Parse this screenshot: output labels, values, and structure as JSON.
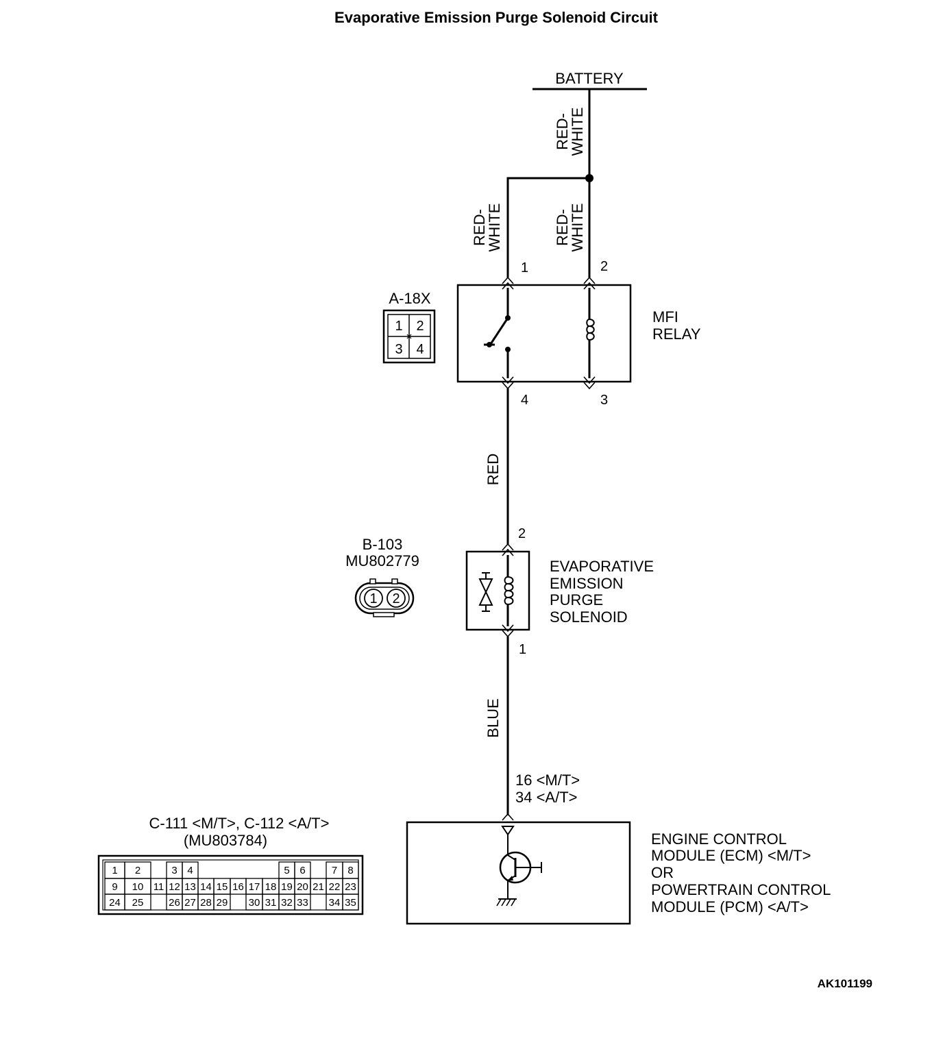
{
  "title": "Evaporative Emission Purge Solenoid Circuit",
  "battery": {
    "label": "BATTERY"
  },
  "wires": {
    "battery_feed": [
      "RED-",
      "WHITE"
    ],
    "relay_pin1": [
      "RED-",
      "WHITE"
    ],
    "relay_pin2": [
      "RED-",
      "WHITE"
    ],
    "relay_to_solenoid": "RED",
    "solenoid_to_ecm": "BLUE"
  },
  "relay": {
    "name_lines": [
      "MFI",
      "RELAY"
    ],
    "pins": {
      "top_left": "1",
      "top_right": "2",
      "bottom_left": "4",
      "bottom_right": "3"
    },
    "connector": {
      "id": "A-18X",
      "pins": [
        "1",
        "2",
        "3",
        "4"
      ]
    }
  },
  "solenoid": {
    "name_lines": [
      "EVAPORATIVE",
      "EMISSION",
      "PURGE",
      "SOLENOID"
    ],
    "pins": {
      "top": "2",
      "bottom": "1"
    },
    "connector": {
      "id": "B-103",
      "part": "MU802779",
      "pins": [
        "1",
        "2"
      ]
    }
  },
  "ecm": {
    "name_lines": [
      "ENGINE CONTROL",
      "MODULE (ECM) <M/T>",
      "OR",
      "POWERTRAIN CONTROL",
      "MODULE (PCM) <A/T>"
    ],
    "pin_lines": [
      "16 <M/T>",
      "34 <A/T>"
    ],
    "connector": {
      "id": "C-111 <M/T>, C-112 <A/T>",
      "part": "(MU803784)",
      "row1": [
        "1",
        "2",
        "3",
        "4",
        "5",
        "6",
        "7",
        "8"
      ],
      "row2": [
        "9",
        "10",
        "11",
        "12",
        "13",
        "14",
        "15",
        "16",
        "17",
        "18",
        "19",
        "20",
        "21",
        "22",
        "23"
      ],
      "row3": [
        "24",
        "25",
        "26",
        "27",
        "28",
        "29",
        "30",
        "31",
        "32",
        "33",
        "34",
        "35"
      ]
    }
  },
  "figure_code": "AK101199"
}
